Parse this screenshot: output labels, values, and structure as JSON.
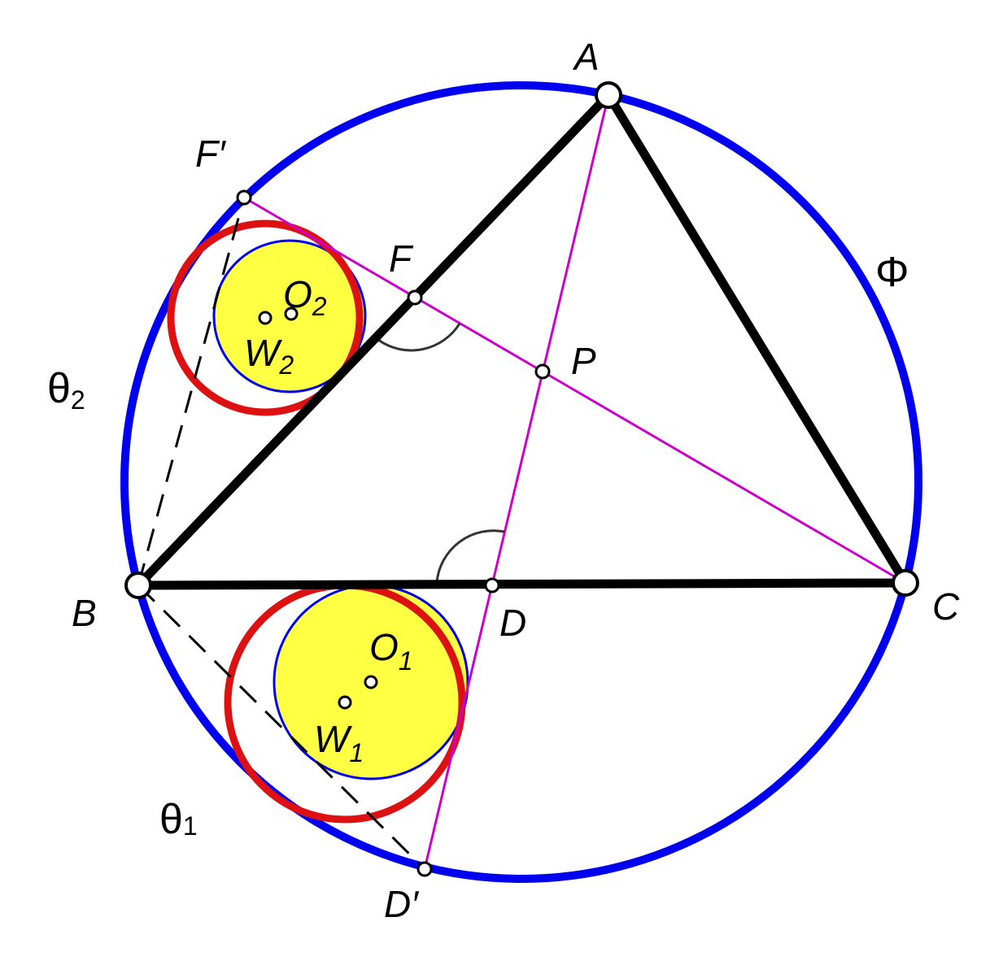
{
  "colors": {
    "circumcircle": "#0000ee",
    "triangle": "#000000",
    "cevian": "#cc00cc",
    "mixtilinear": "#dd1111",
    "incircle_fill": "#ffff44",
    "incircle_stroke": "#0000ee",
    "angle_arc": "#333333"
  },
  "labels": {
    "A": "A",
    "B": "B",
    "C": "C",
    "D": "D",
    "F": "F",
    "P": "P",
    "D_prime": "D′",
    "F_prime": "F′",
    "phi": "Φ",
    "theta1": {
      "base": "θ",
      "sub": "1"
    },
    "theta2": {
      "base": "θ",
      "sub": "2"
    },
    "O1": {
      "base": "O",
      "sub": "1"
    },
    "O2": {
      "base": "O",
      "sub": "2"
    },
    "W1": {
      "base": "W",
      "sub": "1"
    },
    "W2": {
      "base": "W",
      "sub": "2"
    }
  }
}
